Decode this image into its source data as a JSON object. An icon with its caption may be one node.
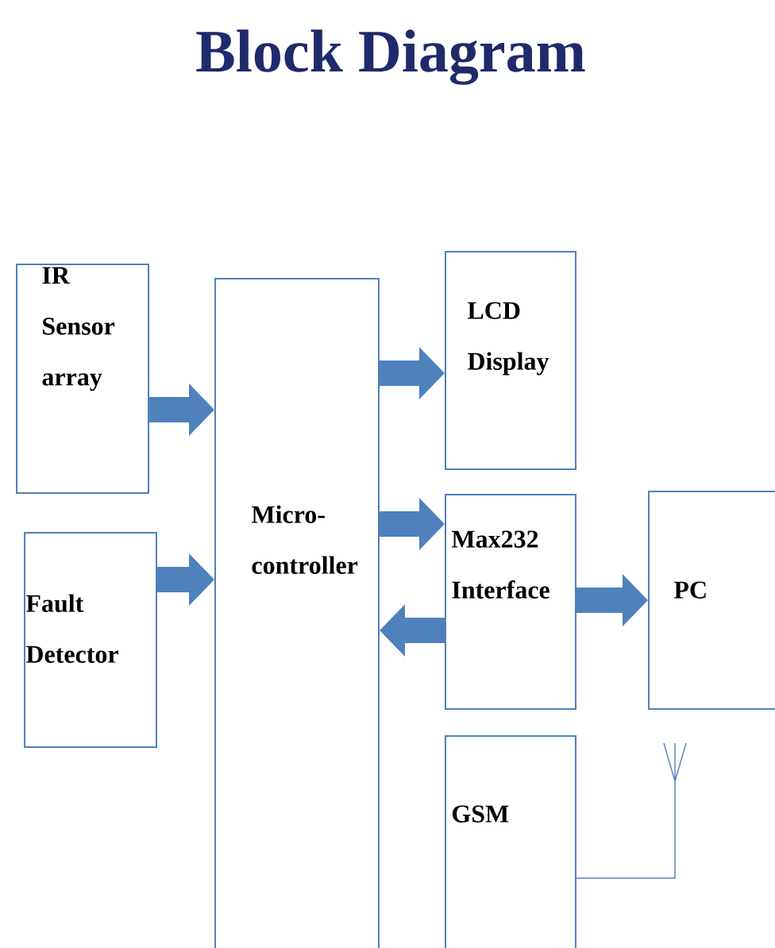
{
  "diagram": {
    "title": "Block Diagram",
    "nodes": [
      {
        "text": [
          "IR Sensor array"
        ]
      },
      {
        "text": [
          "Fault Detector"
        ]
      },
      {
        "text": [
          "Micro- controller"
        ]
      },
      {
        "text": [
          "LCD Display"
        ]
      },
      {
        "text": [
          "Max232 Interface"
        ]
      },
      {
        "text": [
          "PC"
        ]
      },
      {
        "text": [
          "GSM"
        ]
      },
      {
        "text": [],
        "shape": "picture"
      }
    ],
    "edges": [
      {
        "from": 0,
        "to": 2,
        "arrow": "to"
      },
      {
        "from": 1,
        "to": 2,
        "arrow": "to"
      },
      {
        "from": 2,
        "to": 3,
        "arrow": "to"
      },
      {
        "from": 2,
        "to": 4,
        "arrow": "to"
      },
      {
        "from": 4,
        "to": 2,
        "arrow": "to"
      },
      {
        "from": 4,
        "to": 5,
        "arrow": "to"
      },
      {
        "from": 6,
        "to": 7,
        "arrow": "none"
      }
    ]
  }
}
